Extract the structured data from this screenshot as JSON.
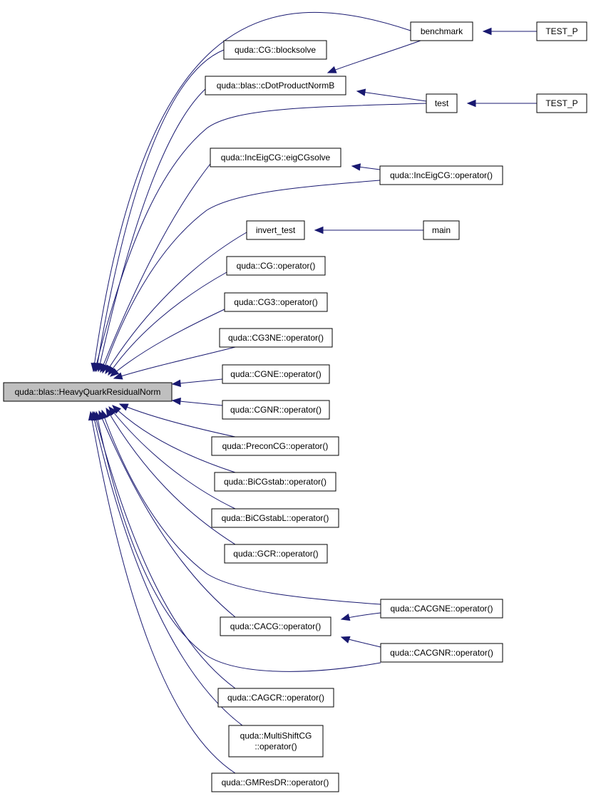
{
  "graph": {
    "colors": {
      "edge": "#191970",
      "node_fill": "#ffffff",
      "root_fill": "#bfbfbf",
      "node_border": "#000000"
    },
    "nodes": [
      {
        "id": "root",
        "lines": [
          "quda::blas::HeavyQuarkResidualNorm"
        ],
        "root": true
      },
      {
        "id": "benchmark",
        "lines": [
          "benchmark"
        ]
      },
      {
        "id": "testp1",
        "lines": [
          "TEST_P"
        ]
      },
      {
        "id": "blocksolve",
        "lines": [
          "quda::CG::blocksolve"
        ]
      },
      {
        "id": "cdot",
        "lines": [
          "quda::blas::cDotProductNormB"
        ]
      },
      {
        "id": "test",
        "lines": [
          "test"
        ]
      },
      {
        "id": "testp2",
        "lines": [
          "TEST_P"
        ]
      },
      {
        "id": "eigcgsolve",
        "lines": [
          "quda::IncEigCG::eigCGsolve"
        ]
      },
      {
        "id": "inceigop",
        "lines": [
          "quda::IncEigCG::operator()"
        ]
      },
      {
        "id": "invert",
        "lines": [
          "invert_test"
        ]
      },
      {
        "id": "main",
        "lines": [
          "main"
        ]
      },
      {
        "id": "cgop",
        "lines": [
          "quda::CG::operator()"
        ]
      },
      {
        "id": "cg3op",
        "lines": [
          "quda::CG3::operator()"
        ]
      },
      {
        "id": "cg3neop",
        "lines": [
          "quda::CG3NE::operator()"
        ]
      },
      {
        "id": "cgneop",
        "lines": [
          "quda::CGNE::operator()"
        ]
      },
      {
        "id": "cgnrop",
        "lines": [
          "quda::CGNR::operator()"
        ]
      },
      {
        "id": "preconop",
        "lines": [
          "quda::PreconCG::operator()"
        ]
      },
      {
        "id": "bicgop",
        "lines": [
          "quda::BiCGstab::operator()"
        ]
      },
      {
        "id": "bicglop",
        "lines": [
          "quda::BiCGstabL::operator()"
        ]
      },
      {
        "id": "gcrop",
        "lines": [
          "quda::GCR::operator()"
        ]
      },
      {
        "id": "cacgneop",
        "lines": [
          "quda::CACGNE::operator()"
        ]
      },
      {
        "id": "cacgop",
        "lines": [
          "quda::CACG::operator()"
        ]
      },
      {
        "id": "cacgnrop",
        "lines": [
          "quda::CACGNR::operator()"
        ]
      },
      {
        "id": "cagcrop",
        "lines": [
          "quda::CAGCR::operator()"
        ]
      },
      {
        "id": "multishift",
        "lines": [
          "quda::MultiShiftCG",
          "::operator()"
        ]
      },
      {
        "id": "gmresop",
        "lines": [
          "quda::GMResDR::operator()"
        ]
      }
    ],
    "edges": [
      {
        "from": "benchmark",
        "to": "root"
      },
      {
        "from": "test",
        "to": "root"
      },
      {
        "from": "blocksolve",
        "to": "root"
      },
      {
        "from": "cdot",
        "to": "root"
      },
      {
        "from": "eigcgsolve",
        "to": "root"
      },
      {
        "from": "inceigop",
        "to": "root"
      },
      {
        "from": "invert",
        "to": "root"
      },
      {
        "from": "cgop",
        "to": "root"
      },
      {
        "from": "cg3op",
        "to": "root"
      },
      {
        "from": "cg3neop",
        "to": "root"
      },
      {
        "from": "cgneop",
        "to": "root"
      },
      {
        "from": "cgnrop",
        "to": "root"
      },
      {
        "from": "preconop",
        "to": "root"
      },
      {
        "from": "bicgop",
        "to": "root"
      },
      {
        "from": "bicglop",
        "to": "root"
      },
      {
        "from": "gcrop",
        "to": "root"
      },
      {
        "from": "cacgneop",
        "to": "root"
      },
      {
        "from": "cacgop",
        "to": "root"
      },
      {
        "from": "cacgnrop",
        "to": "root"
      },
      {
        "from": "cagcrop",
        "to": "root"
      },
      {
        "from": "multishift",
        "to": "root"
      },
      {
        "from": "gmresop",
        "to": "root"
      },
      {
        "from": "testp1",
        "to": "benchmark"
      },
      {
        "from": "benchmark",
        "to": "cdot"
      },
      {
        "from": "test",
        "to": "cdot"
      },
      {
        "from": "testp2",
        "to": "test"
      },
      {
        "from": "inceigop",
        "to": "eigcgsolve"
      },
      {
        "from": "main",
        "to": "invert"
      },
      {
        "from": "cacgneop",
        "to": "cacgop"
      },
      {
        "from": "cacgnrop",
        "to": "cacgop"
      }
    ]
  }
}
